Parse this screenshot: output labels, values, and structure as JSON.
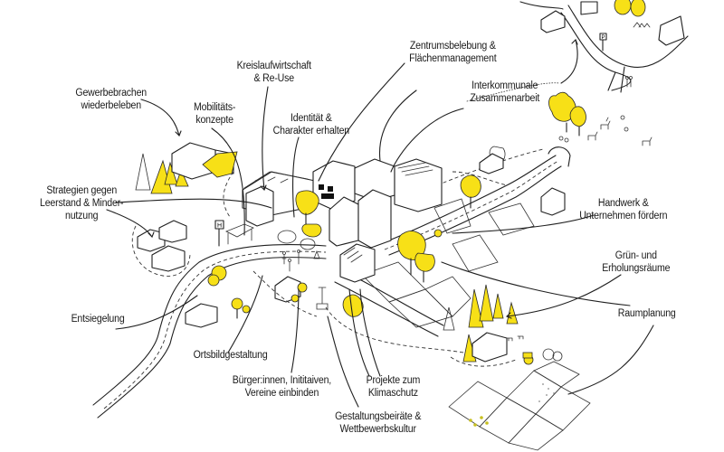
{
  "diagram": {
    "title": "Village center development strategies (illustrated map)",
    "accent_color": "#f7e017",
    "labels": {
      "gewerbebrachen": [
        "Gewerbebrachen",
        "wiederbeleben"
      ],
      "kreislaufwirtschaft": [
        "Kreislaufwirtschaft",
        "& Re-Use"
      ],
      "mobilitaet": [
        "Mobilitäts-",
        "konzepte"
      ],
      "identitaet": [
        "Identität &",
        "Charakter erhalten"
      ],
      "zentrumsbelebung": [
        "Zentrumsbelebung &",
        "Flächenmanagement"
      ],
      "interkommunale": [
        "Interkommunale",
        "Zusammenarbeit"
      ],
      "leerstand": [
        "Strategien gegen",
        "Leerstand & Minder-",
        "nutzung"
      ],
      "handwerk": [
        "Handwerk &",
        "Unternehmen fördern"
      ],
      "gruen": [
        "Grün- und",
        "Erholungsräume"
      ],
      "raumplanung": [
        "Raumplanung"
      ],
      "entsiegelung": [
        "Entsiegelung"
      ],
      "ortsbild": [
        "Ortsbildgestaltung"
      ],
      "buerger": [
        "Bürger:innen, Inititaiven,",
        "Vereine einbinden"
      ],
      "klimaschutz": [
        "Projekte zum",
        "Klimaschutz"
      ],
      "gestaltungsbeiraete": [
        "Gestaltungsbeiräte &",
        "Wettbewerbskultur"
      ]
    },
    "sign_labels": {
      "bus_stop": "H",
      "parking_sign": "P"
    }
  }
}
